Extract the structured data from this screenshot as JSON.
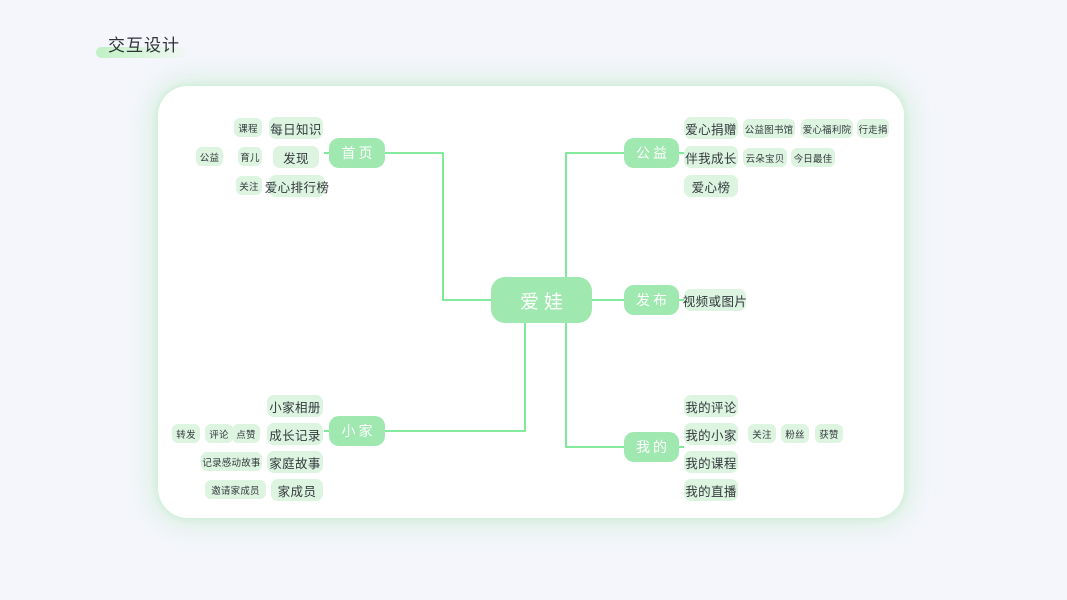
{
  "page": {
    "title": "交互设计",
    "background_color": "#f4f6fb",
    "card_color": "#ffffff",
    "accent_color": "#9fe8b0",
    "connector_color": "#5fe47e",
    "chip_color": "#ddf4e1",
    "chip_text_color": "#33393d"
  },
  "mindmap": {
    "root": {
      "label": "爱娃"
    },
    "branches": [
      {
        "label": "首页",
        "side": "left",
        "children": [
          {
            "label": "每日知识",
            "grandchildren": [
              "课程"
            ]
          },
          {
            "label": "发现",
            "grandchildren": [
              "育儿",
              "公益"
            ]
          },
          {
            "label": "爱心排行榜",
            "grandchildren": [
              "关注"
            ]
          }
        ]
      },
      {
        "label": "公益",
        "side": "right",
        "children": [
          {
            "label": "爱心捐赠",
            "grandchildren": [
              "公益图书馆",
              "爱心福利院",
              "行走捐"
            ]
          },
          {
            "label": "伴我成长",
            "grandchildren": [
              "云朵宝贝",
              "今日最佳"
            ]
          },
          {
            "label": "爱心榜",
            "grandchildren": []
          }
        ]
      },
      {
        "label": "发布",
        "side": "right",
        "children": [
          {
            "label": "视频或图片",
            "grandchildren": []
          }
        ]
      },
      {
        "label": "小家",
        "side": "left",
        "children": [
          {
            "label": "小家相册",
            "grandchildren": []
          },
          {
            "label": "成长记录",
            "grandchildren": [
              "点赞",
              "评论",
              "转发"
            ]
          },
          {
            "label": "家庭故事",
            "grandchildren": [
              "记录感动故事"
            ]
          },
          {
            "label": "家成员",
            "grandchildren": [
              "邀请家成员"
            ]
          }
        ]
      },
      {
        "label": "我的",
        "side": "right",
        "children": [
          {
            "label": "我的评论",
            "grandchildren": []
          },
          {
            "label": "我的小家",
            "grandchildren": [
              "关注",
              "粉丝",
              "获赞"
            ]
          },
          {
            "label": "我的课程",
            "grandchildren": []
          },
          {
            "label": "我的直播",
            "grandchildren": []
          }
        ]
      }
    ]
  },
  "nodes": {
    "root": {
      "text": "爱娃"
    },
    "b_home": {
      "text": "首页"
    },
    "b_welfare": {
      "text": "公益"
    },
    "b_publish": {
      "text": "发布"
    },
    "b_home2": {
      "text": "小家"
    },
    "b_mine": {
      "text": "我的"
    },
    "home_c1": {
      "text": "每日知识"
    },
    "home_c2": {
      "text": "发现"
    },
    "home_c3": {
      "text": "爱心排行榜"
    },
    "home_g1": {
      "text": "课程"
    },
    "home_g2": {
      "text": "育儿"
    },
    "home_g3": {
      "text": "关注"
    },
    "home_g4": {
      "text": "公益"
    },
    "wel_c1": {
      "text": "爱心捐赠"
    },
    "wel_c2": {
      "text": "伴我成长"
    },
    "wel_c3": {
      "text": "爱心榜"
    },
    "wel_g1": {
      "text": "公益图书馆"
    },
    "wel_g2": {
      "text": "爱心福利院"
    },
    "wel_g3": {
      "text": "行走捐"
    },
    "wel_g4": {
      "text": "云朵宝贝"
    },
    "wel_g5": {
      "text": "今日最佳"
    },
    "pub_c1": {
      "text": "视频或图片"
    },
    "lh_c1": {
      "text": "小家相册"
    },
    "lh_c2": {
      "text": "成长记录"
    },
    "lh_c3": {
      "text": "家庭故事"
    },
    "lh_c4": {
      "text": "家成员"
    },
    "lh_g1": {
      "text": "点赞"
    },
    "lh_g2": {
      "text": "评论"
    },
    "lh_g3": {
      "text": "转发"
    },
    "lh_g4": {
      "text": "记录感动故事"
    },
    "lh_g5": {
      "text": "邀请家成员"
    },
    "mine_c1": {
      "text": "我的评论"
    },
    "mine_c2": {
      "text": "我的小家"
    },
    "mine_c3": {
      "text": "我的课程"
    },
    "mine_c4": {
      "text": "我的直播"
    },
    "mine_g1": {
      "text": "关注"
    },
    "mine_g2": {
      "text": "粉丝"
    },
    "mine_g3": {
      "text": "获赞"
    }
  }
}
